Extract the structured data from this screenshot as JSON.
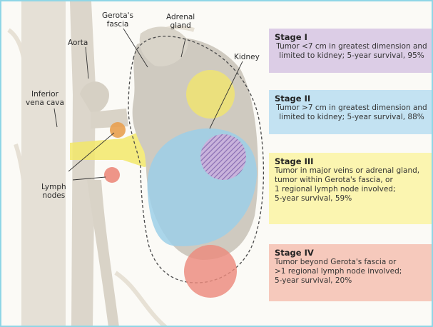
{
  "labels": {
    "gerota": "Gerota's\nfascia",
    "adrenal": "Adrenal\ngland",
    "aorta": "Aorta",
    "kidney": "Kidney",
    "ivc": "Inferior\nvena cava",
    "lymph": "Lymph\nnodes"
  },
  "stages": [
    {
      "title": "Stage I",
      "desc": "Tumor <7 cm in greatest dimension and\nlimited to kidney; 5-year survival, 95%",
      "color": "#dccde6"
    },
    {
      "title": "Stage II",
      "desc": "Tumor >7 cm in greatest dimension and\nlimited to kidney; 5-year survival, 88%",
      "color": "#c3e2f2"
    },
    {
      "title": "Stage III",
      "desc": "Tumor in major veins or adrenal gland,\n  tumor within Gerota's fascia, or\n  1 regional lymph node involved;\n  5-year survival, 59%",
      "color": "#fbf5b0"
    },
    {
      "title": "Stage IV",
      "desc": "Tumor beyond Gerota's fascia or\n  >1 regional lymph node involved;\n  5-year survival, 20%",
      "color": "#f6c9bc"
    }
  ],
  "colors": {
    "tumor_yellow": "#f2e76a",
    "tumor_blue": "#9ccfe8",
    "tumor_red": "#ec8a7c",
    "lymph_orange": "#e8a050",
    "purple_hatch": "#8a6fb3"
  }
}
